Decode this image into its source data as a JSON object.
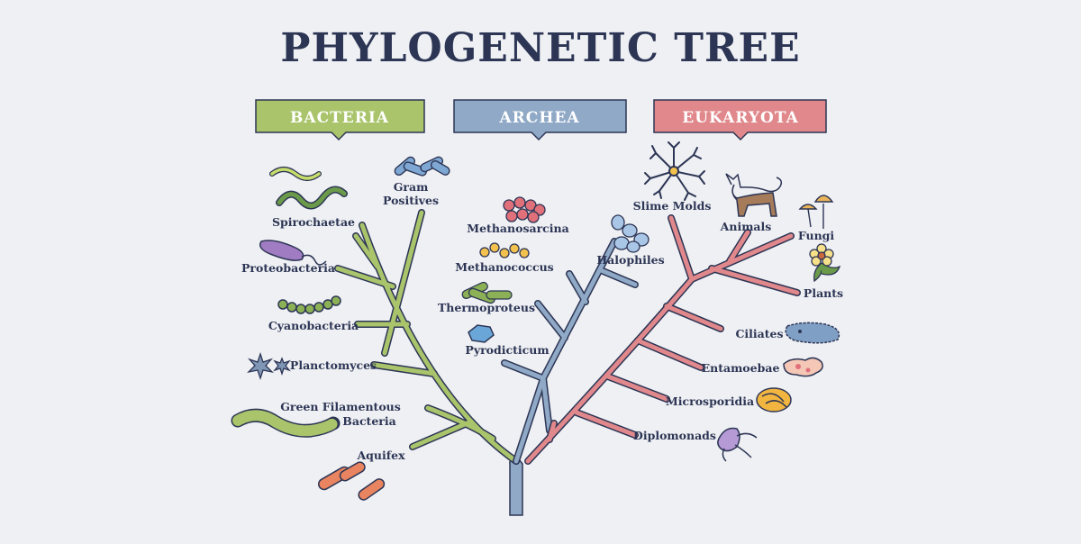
{
  "title": "PHYLOGENETIC TREE",
  "colors": {
    "bacteria": "#a9c46b",
    "archea": "#8fa9c6",
    "eukaryota": "#e0888b",
    "ink": "#2d3555",
    "background": "#eef0f3"
  },
  "domains": {
    "bacteria": {
      "label": "BACTERIA"
    },
    "archea": {
      "label": "ARCHEA"
    },
    "eukaryota": {
      "label": "EUKARYOTA"
    }
  },
  "bacteria": {
    "gram_positives": [
      "Gram",
      "Positives"
    ],
    "spirochaetae": "Spirochaetae",
    "proteobacteria": "Proteobacteria",
    "cyanobacteria": "Cyanobacteria",
    "planctomyces": "Planctomyces",
    "green_filamentous": [
      "Green Filamentous",
      "Bacteria"
    ],
    "aquifex": "Aquifex"
  },
  "archea": {
    "methanosarcina": "Methanosarcina",
    "methanococcus": "Methanococcus",
    "thermoproteus": "Thermoproteus",
    "pyrodicticum": "Pyrodicticum",
    "halophiles": "Halophiles"
  },
  "eukaryota": {
    "slime_molds": "Slime Molds",
    "animals": "Animals",
    "fungi": "Fungi",
    "plants": "Plants",
    "ciliates": "Ciliates",
    "entamoebae": "Entamoebae",
    "microsporidia": "Microsporidia",
    "diplomonads": "Diplomonads"
  },
  "icons": [
    "spirochaete-icon",
    "proteobacterium-icon",
    "cyanobacterium-icon",
    "planctomyces-icon",
    "filament-icon",
    "aquifex-icon",
    "gram-positive-icon",
    "methanosarcina-icon",
    "methanococcus-icon",
    "thermoproteus-icon",
    "pyrodicticum-icon",
    "halophile-icon",
    "slime-mold-icon",
    "cat-icon",
    "mushroom-icon",
    "flower-icon",
    "ciliate-icon",
    "amoeba-icon",
    "microsporidia-icon",
    "diplomonad-icon"
  ]
}
